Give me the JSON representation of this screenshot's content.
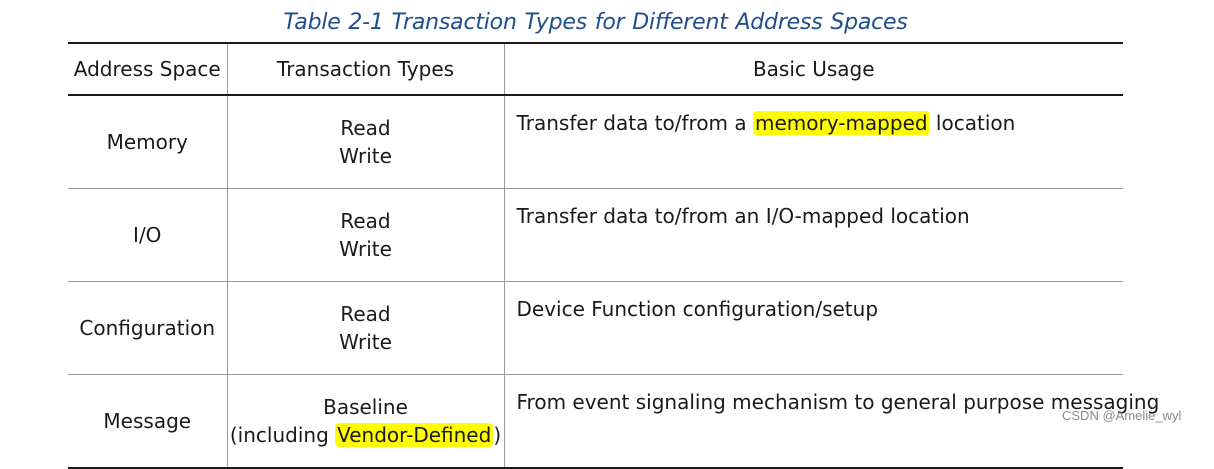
{
  "caption": "Table  2-1  Transaction Types for Different Address Spaces",
  "headers": {
    "address_space": "Address Space",
    "transaction_types": "Transaction Types",
    "basic_usage": "Basic Usage"
  },
  "rows": [
    {
      "space": "Memory",
      "types": [
        "Read",
        "Write"
      ],
      "usage_pre": "Transfer data to/from a ",
      "usage_hl": "memory-mapped",
      "usage_post": " location"
    },
    {
      "space": "I/O",
      "types": [
        "Read",
        "Write"
      ],
      "usage": "Transfer data to/from an I/O-mapped location"
    },
    {
      "space": "Configuration",
      "types": [
        "Read",
        "Write"
      ],
      "usage": "Device Function configuration/setup"
    },
    {
      "space": "Message",
      "types_line1": "Baseline",
      "types_line2_pre": "(including ",
      "types_line2_hl": "Vendor-Defined",
      "types_line2_post": ")",
      "usage": "From event signaling mechanism to general purpose messaging"
    }
  ],
  "highlight_color": "#ffff00",
  "caption_color": "#1f4e8c",
  "watermark": "CSDN @Amelie_wyl"
}
